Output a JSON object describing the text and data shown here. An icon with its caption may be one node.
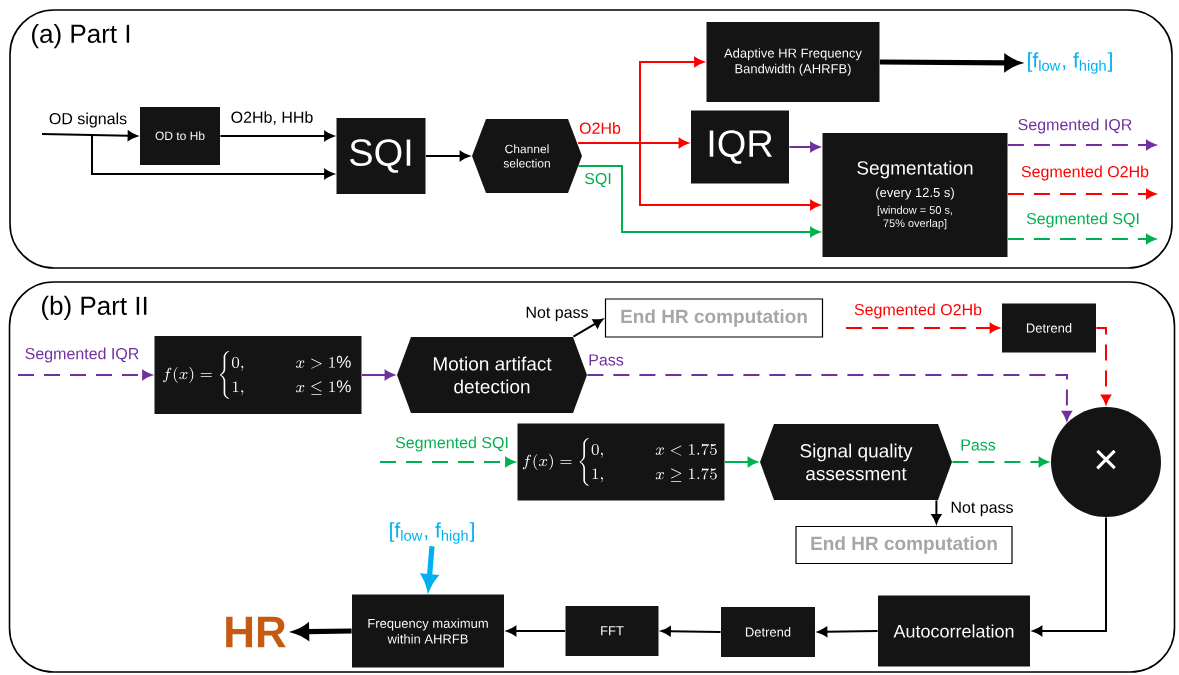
{
  "diagram": {
    "nodes": [
      {
        "text": [
          "(a) Part I"
        ]
      },
      {
        "text": [
          "OD to Hb"
        ],
        "in": 0
      },
      {
        "text": [
          "SQI"
        ],
        "in": 0
      },
      {
        "text": [
          "Channel selection"
        ],
        "in": 0
      },
      {
        "text": [
          "Adaptive HR Frequency Bandwidth (AHRFB)"
        ],
        "in": 0
      },
      {
        "text": [
          "[f$_{low}$, f$_{high}$]"
        ],
        "in": 0
      },
      {
        "text": [
          "IQR"
        ],
        "in": 0
      },
      {
        "text": [
          "Segmentation",
          "(every 12.5 s)",
          "[window = 50 s, 75% overlap]"
        ],
        "in": 0
      },
      {
        "text": [
          "(b) Part II"
        ]
      },
      {
        "text": [
          "f(x)=\\begin{cases}0, & \\qquad x>1\\% \\\\ 1, & \\qquad x\\leq 1\\%\\end{cases}"
        ],
        "in": 8
      },
      {
        "text": [
          "Motion artifact detection"
        ],
        "in": 8
      },
      {
        "text": [
          "End HR computation"
        ],
        "in": 8
      },
      {
        "text": [
          "Detrend"
        ],
        "in": 8
      },
      {
        "text": [
          "f(x)=\\begin{cases}0, & \\qquad x<1.75 \\\\ 1, & \\qquad x\\geq 1.75\\end{cases}"
        ],
        "in": 8
      },
      {
        "text": [
          "Signal quality assessment"
        ],
        "in": 8
      },
      {
        "text": [
          "×"
        ],
        "in": 8
      },
      {
        "text": [
          "End HR computation"
        ],
        "in": 8
      },
      {
        "text": [
          "[f$_{low}$, f$_{high}$]"
        ],
        "in": 8
      },
      {
        "text": [
          "Frequency maximum within AHRFB"
        ],
        "in": 8
      },
      {
        "text": [
          "FFT"
        ],
        "in": 8
      },
      {
        "text": [
          "Detrend"
        ],
        "in": 8
      },
      {
        "text": [
          "Autocorrelation"
        ],
        "in": 8
      },
      {
        "text": [
          "HR"
        ],
        "in": 8
      }
    ],
    "edges": [
      {
        "from": null,
        "to": 1,
        "arrow": "to",
        "label": "OD signals"
      },
      {
        "from": null,
        "to": 2,
        "arrow": "to"
      },
      {
        "from": 1,
        "to": 2,
        "arrow": "to",
        "label": "O2Hb, HHb"
      },
      {
        "from": 2,
        "to": 3,
        "arrow": "to"
      },
      {
        "from": 3,
        "to": 4,
        "arrow": "to",
        "color": "#ff0000"
      },
      {
        "from": 3,
        "to": 6,
        "arrow": "to",
        "color": "#ff0000",
        "label": "O2Hb"
      },
      {
        "from": 3,
        "to": 7,
        "arrow": "to",
        "color": "#ff0000"
      },
      {
        "from": 3,
        "to": 7,
        "arrow": "to",
        "color": "#00b050",
        "label": "SQI"
      },
      {
        "from": 4,
        "to": 5,
        "arrow": "to",
        "style": "thick"
      },
      {
        "from": 6,
        "to": 7,
        "arrow": "to",
        "color": "#7030a0"
      },
      {
        "from": 7,
        "to": null,
        "arrow": "to",
        "style": "dashed",
        "color": "#7030a0",
        "label": "Segmented IQR"
      },
      {
        "from": 7,
        "to": null,
        "arrow": "to",
        "style": "dashed",
        "color": "#ff0000",
        "label": "Segmented O2Hb"
      },
      {
        "from": 7,
        "to": null,
        "arrow": "to",
        "style": "dashed",
        "color": "#00b050",
        "label": "Segmented SQI"
      },
      {
        "from": null,
        "to": 9,
        "arrow": "to",
        "style": "dashed",
        "color": "#7030a0",
        "label": "Segmented IQR"
      },
      {
        "from": 9,
        "to": 10,
        "arrow": "to",
        "color": "#7030a0"
      },
      {
        "from": 10,
        "to": 11,
        "arrow": "to",
        "label": "Not pass"
      },
      {
        "from": 10,
        "to": 15,
        "arrow": "to",
        "style": "dashed",
        "color": "#7030a0",
        "label": "Pass"
      },
      {
        "from": null,
        "to": 12,
        "arrow": "to",
        "style": "dashed",
        "color": "#ff0000",
        "label": "Segmented O2Hb"
      },
      {
        "from": 12,
        "to": 15,
        "arrow": "to",
        "style": "dashed",
        "color": "#ff0000"
      },
      {
        "from": null,
        "to": 13,
        "arrow": "to",
        "style": "dashed",
        "color": "#00b050",
        "label": "Segmented SQI"
      },
      {
        "from": 13,
        "to": 14,
        "arrow": "to",
        "color": "#00b050"
      },
      {
        "from": 14,
        "to": 15,
        "arrow": "to",
        "style": "dashed",
        "color": "#00b050",
        "label": "Pass"
      },
      {
        "from": 14,
        "to": 16,
        "arrow": "to",
        "label": "Not pass"
      },
      {
        "from": 15,
        "to": 21,
        "arrow": "to"
      },
      {
        "from": 21,
        "to": 20,
        "arrow": "to"
      },
      {
        "from": 20,
        "to": 19,
        "arrow": "to"
      },
      {
        "from": 19,
        "to": 18,
        "arrow": "to"
      },
      {
        "from": 17,
        "to": 18,
        "arrow": "to",
        "style": "thick",
        "color": "#00b0f0"
      },
      {
        "from": 18,
        "to": 22,
        "arrow": "to",
        "style": "thick"
      }
    ]
  }
}
